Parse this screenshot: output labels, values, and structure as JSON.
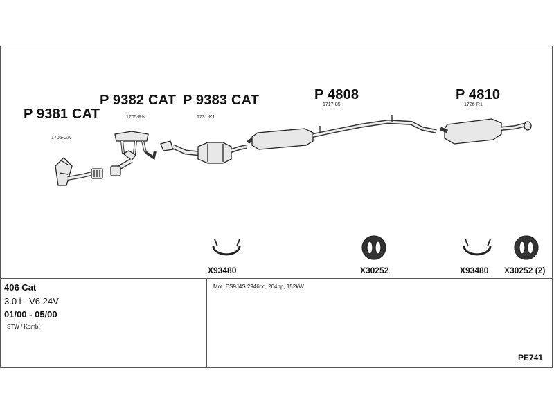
{
  "parts": {
    "p9381": {
      "label": "P 9381 CAT",
      "code": "1705-GA"
    },
    "p9382": {
      "label": "P 9382 CAT",
      "code": "1705-RN"
    },
    "p9383": {
      "label": "P 9383 CAT",
      "code": "1731-K1"
    },
    "p4808": {
      "label": "P 4808",
      "code": "1717-85"
    },
    "p4810": {
      "label": "P 4810",
      "code": "1726-R1"
    }
  },
  "accessories": {
    "clamp1": "X93480",
    "ring1": "X30252",
    "clamp2": "X93480",
    "ring2": "X30252 (2)"
  },
  "vehicle": {
    "model": "406 Cat",
    "engine": "3.0 i - V6 24V",
    "period": "01/00 - 05/00",
    "body": "STW / Kombi"
  },
  "engine_info": "Mot. ES9J4S 2946cc, 204hp, 152kW",
  "reference": "PE741"
}
